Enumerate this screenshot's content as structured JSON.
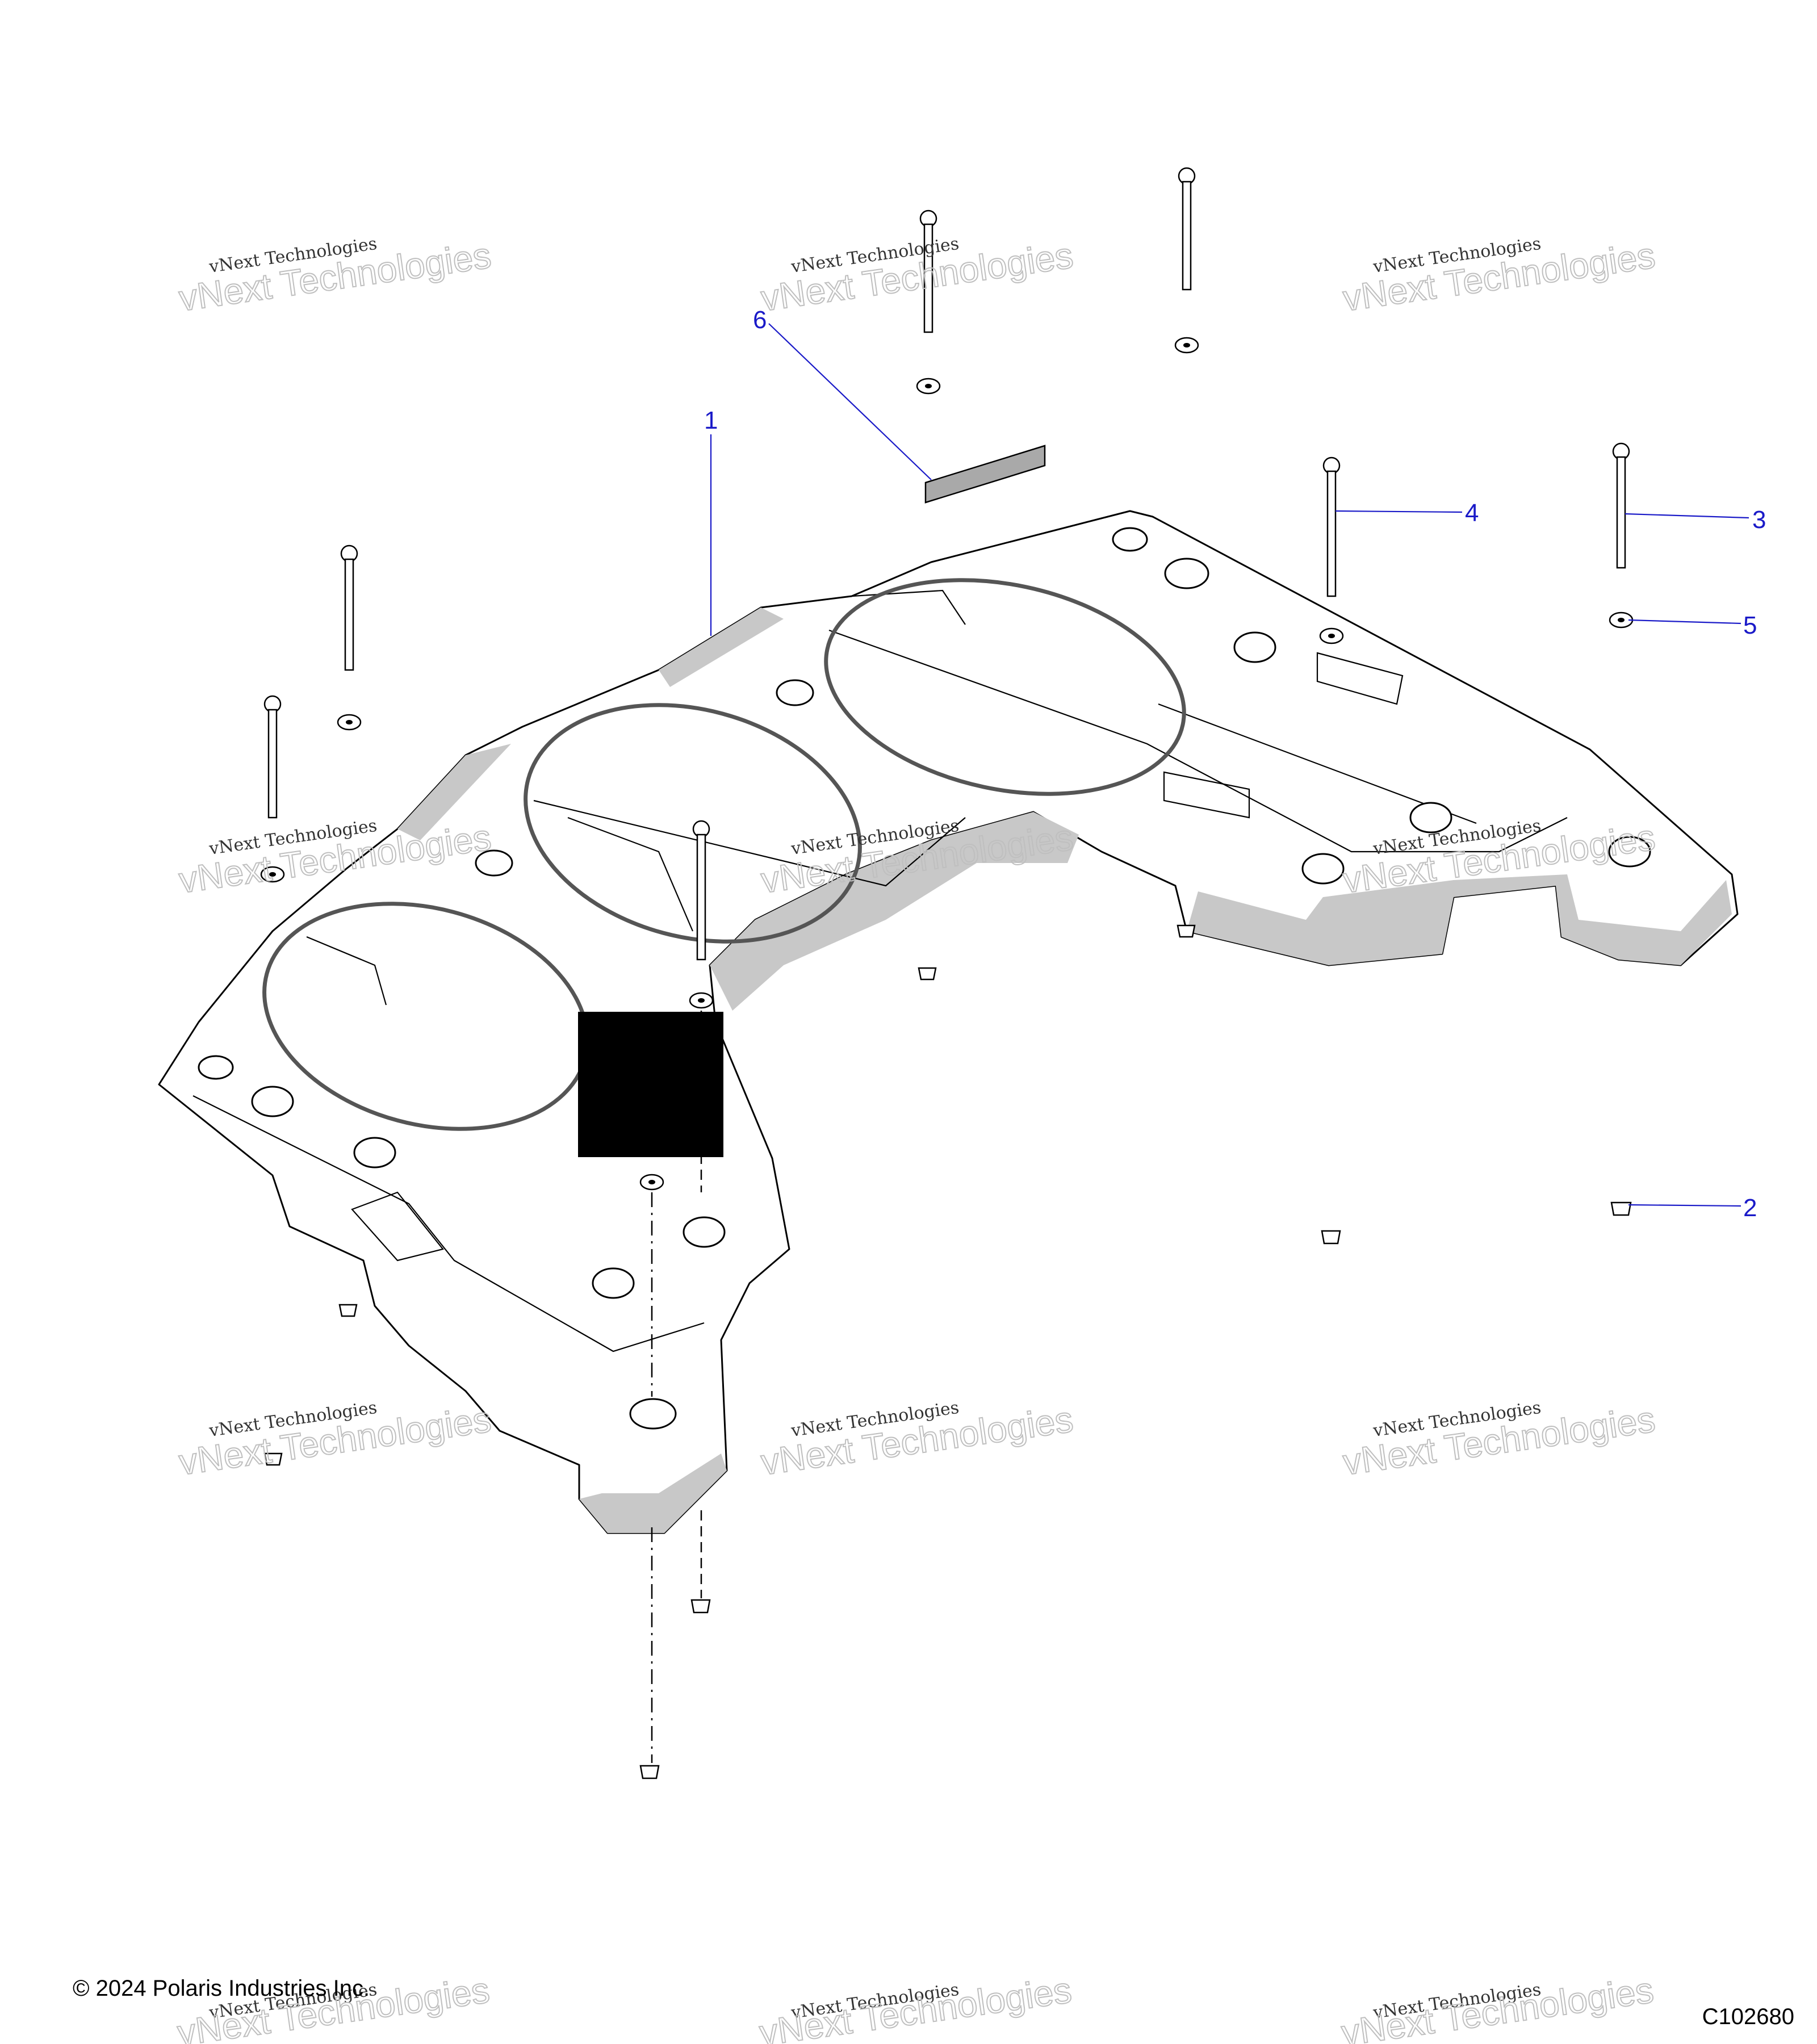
{
  "diagram": {
    "callouts": [
      {
        "label": "1"
      },
      {
        "label": "2"
      },
      {
        "label": "3"
      },
      {
        "label": "4"
      },
      {
        "label": "5"
      },
      {
        "label": "6"
      }
    ],
    "watermark": {
      "line1": "vNext Technologies",
      "line2": "vNext Technologies"
    },
    "footer": {
      "copyright": "© 2024 Polaris Industries Inc.",
      "code": "C102680"
    },
    "colors": {
      "callout": "#1a1ac8",
      "redaction": "#000000"
    }
  }
}
